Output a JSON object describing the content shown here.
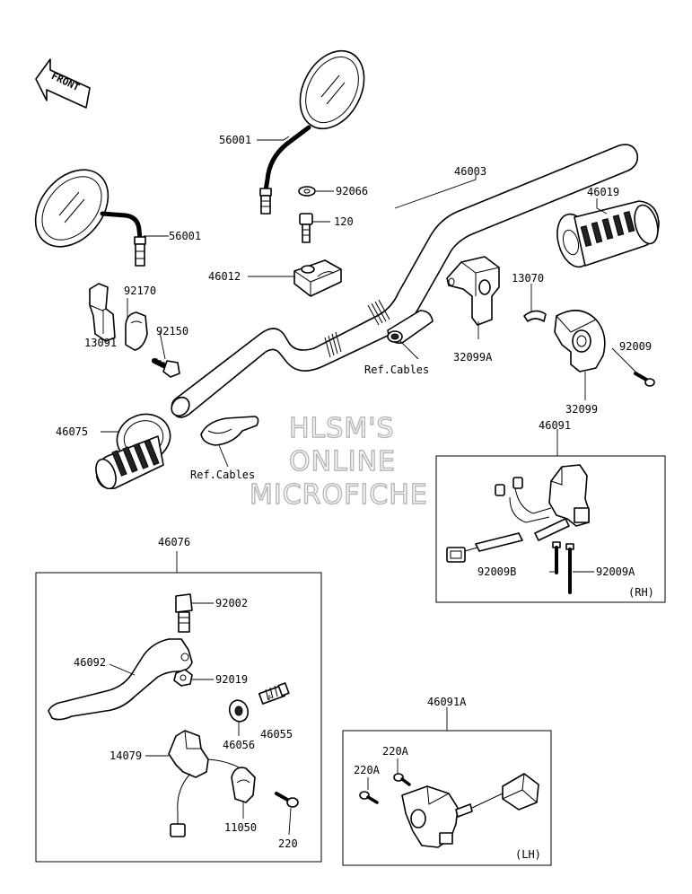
{
  "front_label": "FRONT",
  "watermark": {
    "line1": "HLSM'S",
    "line2": "ONLINE",
    "line3": "MICROFICHE"
  },
  "callouts": {
    "mirror_right": "56001",
    "mirror_left": "56001",
    "washer": "92066",
    "bolt_120": "120",
    "holder": "46012",
    "handlebar": "46003",
    "grip_right": "46019",
    "housing_right": "32099A",
    "ref_cables_1": "Ref.Cables",
    "clip": "13070",
    "housing": "32099",
    "screw_92009": "92009",
    "clamp": "92170",
    "bolt_92150": "92150",
    "guide": "13091",
    "grip_left": "46075",
    "ref_cables_2": "Ref.Cables",
    "switch_rh": "46091",
    "screw_b": "92009B",
    "screw_a": "92009A",
    "lever_assy": "46076",
    "bolt_92002": "92002",
    "lever": "46092",
    "nut": "92019",
    "adjuster": "46055",
    "locknut": "46056",
    "lever_holder": "14079",
    "clamp_11050": "11050",
    "screw_220": "220",
    "switch_lh": "46091A",
    "screw_220a_1": "220A",
    "screw_220a_2": "220A"
  },
  "box_labels": {
    "rh": "(RH)",
    "lh": "(LH)"
  }
}
